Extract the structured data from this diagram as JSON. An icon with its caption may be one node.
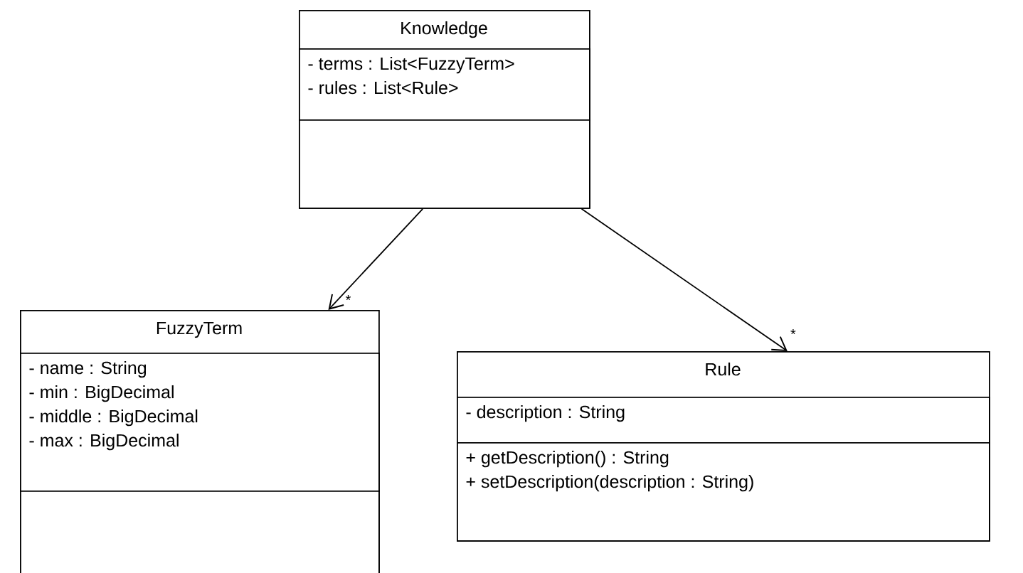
{
  "diagram": {
    "nodes": [
      {
        "text": [
          "Knowledge"
        ]
      },
      {
        "text": [
          "- terms : List<FuzzyTerm>",
          "- rules : List<Rule>"
        ],
        "in": 0
      },
      {
        "text": [],
        "shape": "box",
        "in": 0
      },
      {
        "text": [
          "FuzzyTerm"
        ]
      },
      {
        "text": [
          "- name : String",
          "- min : BigDecimal",
          "- middle : BigDecimal",
          "- max : BigDecimal"
        ],
        "in": 3
      },
      {
        "text": [],
        "shape": "box",
        "in": 3
      },
      {
        "text": [
          "Rule"
        ]
      },
      {
        "text": [
          "- description : String"
        ],
        "in": 6
      },
      {
        "text": [
          "+ getDescription() : String",
          "+ setDescription(description : String)"
        ],
        "in": 6
      }
    ],
    "edges": [
      {
        "from": 0,
        "to": 3,
        "arrow": "to",
        "label": "*"
      },
      {
        "from": 0,
        "to": 6,
        "arrow": "to",
        "label": "*"
      }
    ]
  }
}
